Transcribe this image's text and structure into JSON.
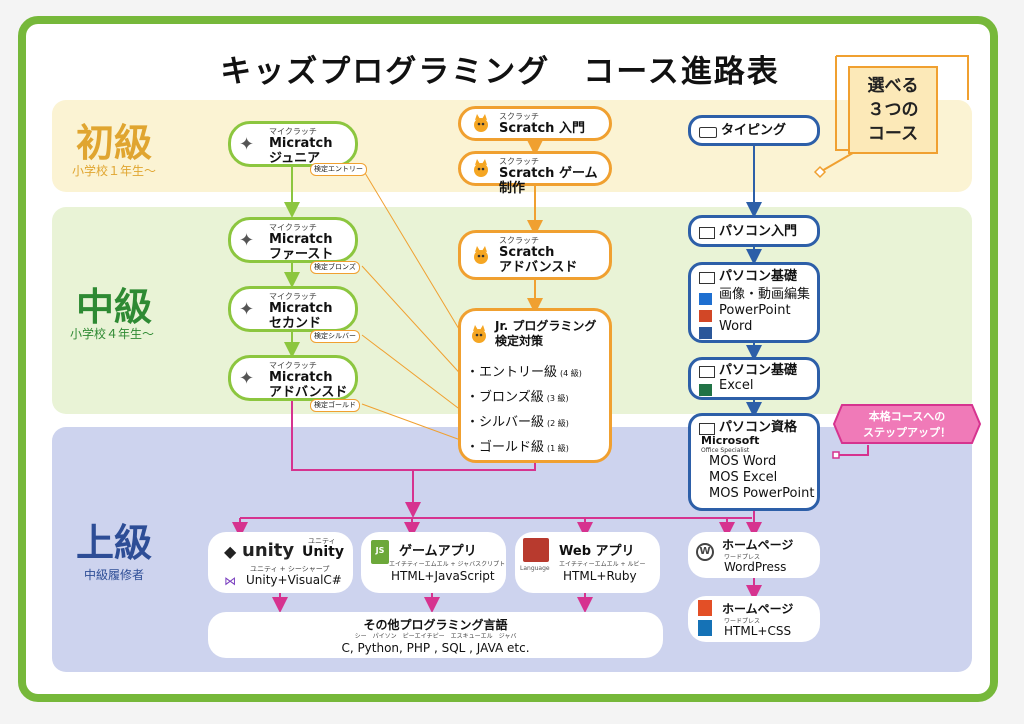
{
  "title": "キッズプログラミング　コース進路表",
  "badge": [
    "選べる",
    "３つの",
    "コース"
  ],
  "levels": {
    "beginner": {
      "name": "初級",
      "sub": "小学校１年生～"
    },
    "intermediate": {
      "name": "中級",
      "sub": "小学校４年生～"
    },
    "advanced": {
      "name": "上級",
      "sub": "中級履修者"
    }
  },
  "micratch": [
    {
      "ruby": "マイクラッチ",
      "name": "Micratch",
      "sub": "ジュニア",
      "tag": "検定エントリー"
    },
    {
      "ruby": "マイクラッチ",
      "name": "Micratch",
      "sub": "ファースト",
      "tag": "検定ブロンズ"
    },
    {
      "ruby": "マイクラッチ",
      "name": "Micratch",
      "sub": "セカンド",
      "tag": "検定シルバー"
    },
    {
      "ruby": "マイクラッチ",
      "name": "Micratch",
      "sub": "アドバンスド",
      "tag": "検定ゴールド"
    }
  ],
  "scratch": [
    {
      "ruby": "スクラッチ",
      "name": "Scratch 入門"
    },
    {
      "ruby": "スクラッチ",
      "name": "Scratch ゲーム制作"
    },
    {
      "ruby": "スクラッチ",
      "name": "Scratch",
      "sub": "アドバンスド"
    }
  ],
  "jr": {
    "title1": "Jr. プログラミング",
    "title2": "検定対策",
    "items": [
      {
        "label": "・エントリー級",
        "grade": "(4 級)"
      },
      {
        "label": "・ブロンズ級",
        "grade": "(3 級)"
      },
      {
        "label": "・シルバー級",
        "grade": "(2 級)"
      },
      {
        "label": "・ゴールド級",
        "grade": "(1 級)"
      }
    ]
  },
  "pc": {
    "typing": "タイピング",
    "intro": "パソコン入門",
    "basic1": {
      "title": "パソコン基礎",
      "items": [
        "画像・動画編集",
        "PowerPoint",
        "Word"
      ]
    },
    "basic2": {
      "title": "パソコン基礎",
      "items": [
        "Excel"
      ]
    },
    "cert": {
      "title": "パソコン資格",
      "brand": "Microsoft",
      "brand_sub": "Office Specialist",
      "items": [
        "MOS Word",
        "MOS Excel",
        "MOS PowerPoint"
      ]
    }
  },
  "step_up": [
    "本格コースへの",
    "ステップアップ！"
  ],
  "advanced_courses": {
    "unity": {
      "logo": "unity",
      "ruby": "ユニティ",
      "name": "Unity",
      "sub_ruby": "ユニティ + シーシャープ",
      "sub": "Unity+VisualC#"
    },
    "game": {
      "name": "ゲームアプリ",
      "ruby": "エイチティーエムエル + ジャバスクリプト",
      "sub": "HTML+JavaScript"
    },
    "web": {
      "name": "Web アプリ",
      "ruby": "エイチティーエムエル + ルビー",
      "sub": "HTML+Ruby",
      "logo_word": "Language"
    },
    "other": {
      "name": "その他プログラミング言語",
      "ruby": "シー　パイソン　ピーエイチピー　エスキューエル　ジャバ",
      "sub": "C, Python, PHP , SQL , JAVA etc."
    },
    "hp1": {
      "name": "ホームページ",
      "ruby": "ワードプレス",
      "sub": "WordPress"
    },
    "hp2": {
      "name": "ホームページ",
      "ruby": "ワードプレス",
      "sub": "HTML+CSS"
    }
  },
  "colors": {
    "green": "#8cc63f",
    "orange": "#f0a030",
    "blue": "#2d5fa8",
    "magenta": "#d6338f",
    "pink": "#f07ab8"
  }
}
